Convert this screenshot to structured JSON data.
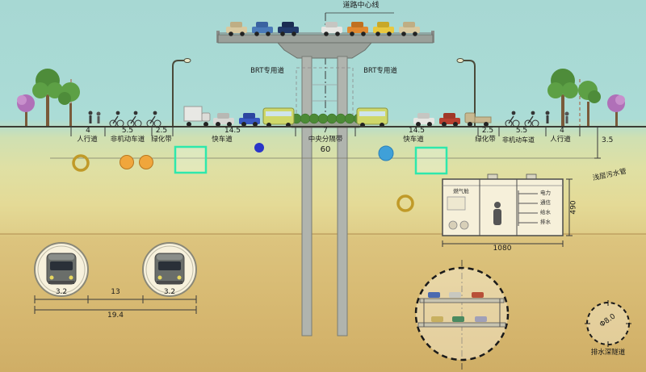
{
  "title": {
    "center_line_label": "道路中心线"
  },
  "elevated": {
    "brt_left": "BRT专用道",
    "brt_right": "BRT专用道"
  },
  "lanes": [
    {
      "width": "4",
      "name": "人行道"
    },
    {
      "width": "5.5",
      "name": "非机动车道"
    },
    {
      "width": "2.5",
      "name": "绿化带"
    },
    {
      "width": "14.5",
      "name": "快车道"
    },
    {
      "width": "7",
      "name": "中央分隔带"
    },
    {
      "width": "14.5",
      "name": "快车道"
    },
    {
      "width": "2.5",
      "name": "绿化带"
    },
    {
      "width": "5.5",
      "name": "非机动车道"
    },
    {
      "width": "4",
      "name": "人行道"
    }
  ],
  "road": {
    "total_width": "60"
  },
  "right_side": {
    "sewer_depth": "3.5",
    "shallow_sewer_label": "浅层污水管"
  },
  "utility_tunnel": {
    "width_dim": "1080",
    "height_dim": "490",
    "compartment_gas": "燃气舱",
    "lines": [
      "电力",
      "通信",
      "给水",
      "排水"
    ]
  },
  "metro": {
    "left_dia": "3.2",
    "gap": "13",
    "right_dia": "3.2",
    "total": "19.4"
  },
  "deep_tunnel": {
    "drain_diameter": "Φ8.0",
    "drain_label": "排水深隧道"
  },
  "colors": {
    "accent_teal": "#2ee8ac",
    "pipe_orange": "#f0a63c",
    "pipe_blue_dark": "#2a35c8",
    "pipe_blue_light": "#3fa0d8",
    "ring_yellow": "#c09a28"
  }
}
